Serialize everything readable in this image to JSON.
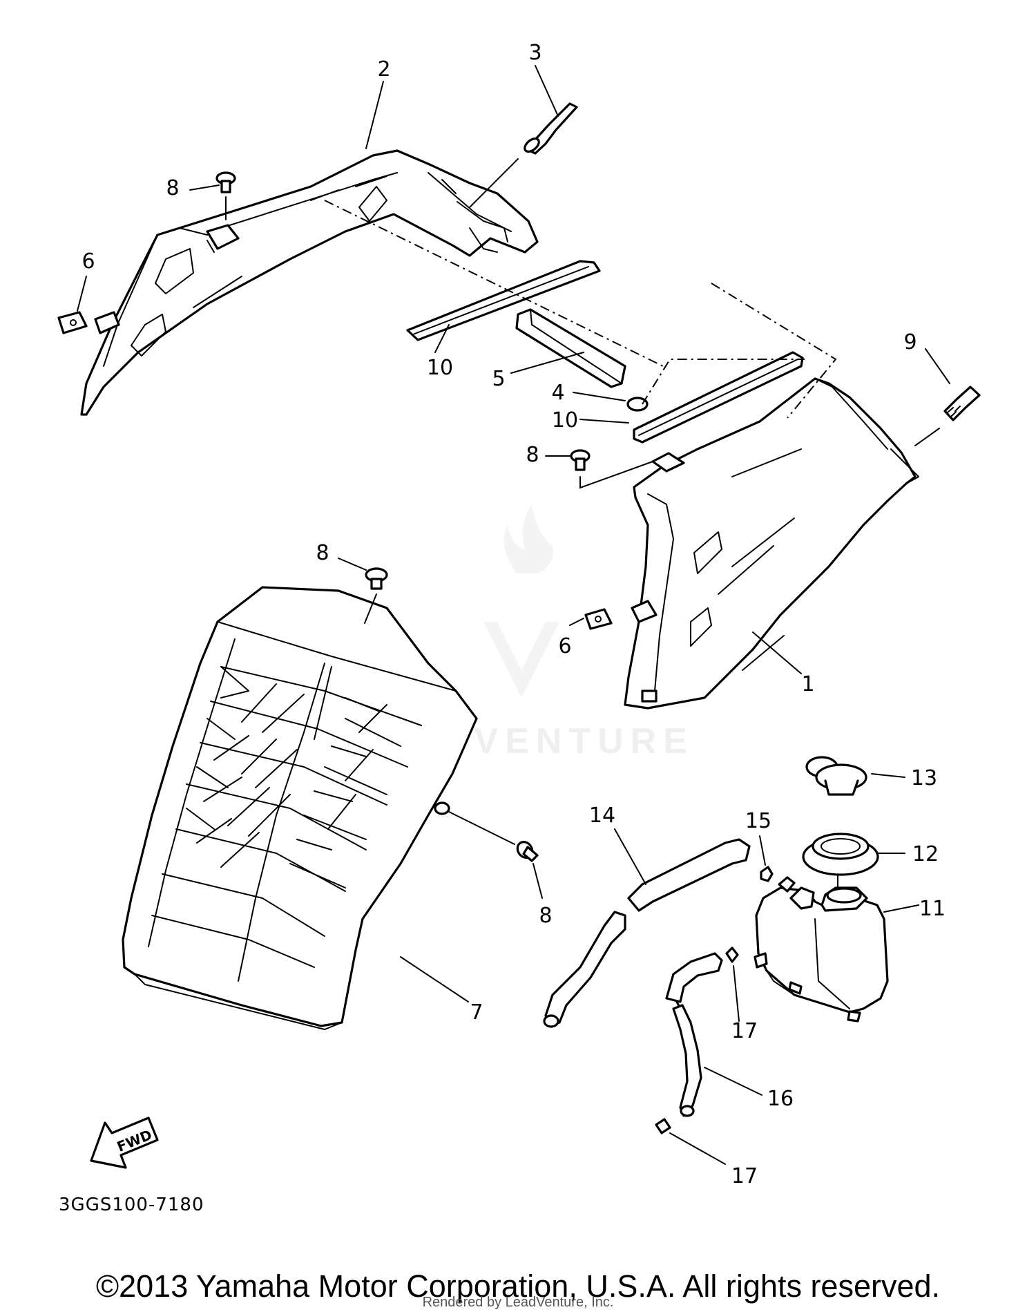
{
  "diagram": {
    "callouts": [
      "1",
      "2",
      "3",
      "4",
      "5",
      "6",
      "7",
      "8",
      "9",
      "10",
      "11",
      "12",
      "13",
      "14",
      "15",
      "16",
      "17"
    ],
    "diagram_code": "3GGS100-7180",
    "fwd_label": "FWD",
    "watermark": "LEADVENTURE"
  },
  "footer": {
    "copyright": "©2013 Yamaha Motor Corporation, U.S.A. All rights reserved.",
    "rendered_by": "Rendered by LeadVenture, Inc."
  }
}
